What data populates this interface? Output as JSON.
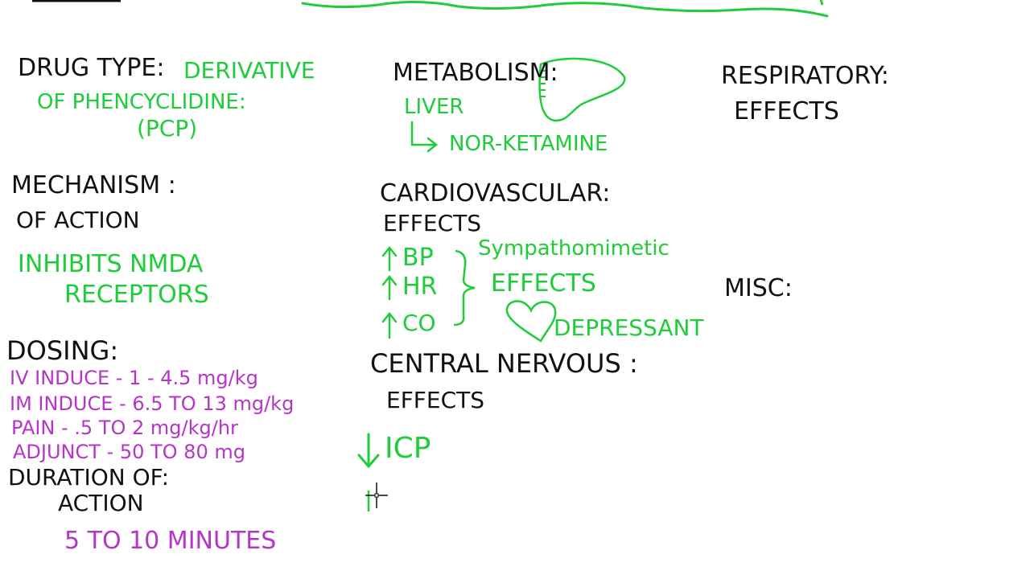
{
  "colors": {
    "ink": "#111111",
    "green": "#1fcc3a",
    "purple": "#b535c8"
  },
  "left": {
    "drug_type_label": "DRUG TYPE:",
    "drug_type_line1": "DERIVATIVE",
    "drug_type_line2": "OF PHENCYCLIDINE:",
    "drug_type_line3": "(PCP)",
    "mechanism_label1": "MECHANISM :",
    "mechanism_label2": "OF ACTION",
    "mechanism_value1": "INHIBITS NMDA",
    "mechanism_value2": "RECEPTORS",
    "dosing_label": "DOSING:",
    "dosing_lines": [
      "IV INDUCE - 1 - 4.5 mg/kg",
      "IM INDUCE - 6.5 TO 13 mg/kg",
      "PAIN - .5 TO 2 mg/kg/hr",
      "ADJUNCT - 50 TO 80 mg"
    ],
    "duration_label1": "DURATION OF:",
    "duration_label2": "ACTION",
    "duration_value": "5 TO 10 MINUTES"
  },
  "middle": {
    "metabolism_label": "METABOLISM:",
    "metabolism_organ": "LIVER",
    "metabolism_product": "NOR-KETAMINE",
    "cardio_label1": "CARDIOVASCULAR:",
    "cardio_label2": "EFFECTS",
    "cardio_items": [
      "BP",
      "HR",
      "CO"
    ],
    "cardio_note1": "Sympathomimetic",
    "cardio_note2": "EFFECTS",
    "cardio_note3": "DEPRESSANT",
    "cns_label1": "CENTRAL NERVOUS :",
    "cns_label2": "EFFECTS",
    "cns_item": "ICP"
  },
  "right": {
    "respiratory_label1": "RESPIRATORY:",
    "respiratory_label2": "EFFECTS",
    "misc_label": "MISC:"
  }
}
